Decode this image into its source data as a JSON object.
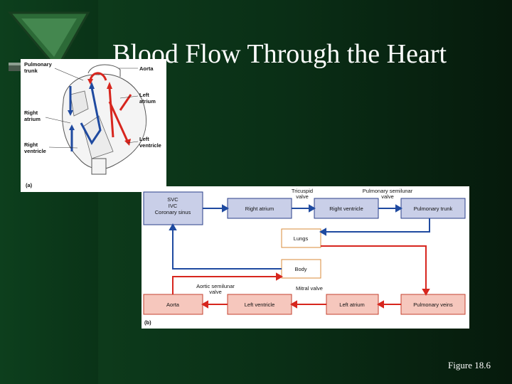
{
  "slide": {
    "title": "Blood Flow Through the Heart",
    "caption": "Figure 18.6"
  },
  "panel_a": {
    "label": "(a)",
    "pulmonary_trunk": [
      "Pulmonary",
      "trunk"
    ],
    "aorta": "Aorta",
    "left_atrium": [
      "Left",
      "atrium"
    ],
    "right_atrium": [
      "Right",
      "atrium"
    ],
    "right_ventricle": [
      "Right",
      "ventricle"
    ],
    "left_ventricle": [
      "Left",
      "ventricle"
    ]
  },
  "panel_b": {
    "label": "(b)",
    "svc_box": [
      "SVC",
      "IVC",
      "Coronary sinus"
    ],
    "right_atrium": "Right atrium",
    "right_ventricle": "Right ventricle",
    "pulmonary_trunk": "Pulmonary trunk",
    "lungs": "Lungs",
    "body": "Body",
    "aorta": "Aorta",
    "left_ventricle": "Left ventricle",
    "left_atrium": "Left atrium",
    "pulmonary_veins": "Pulmonary veins",
    "tricuspid_valve": [
      "Tricuspid",
      "valve"
    ],
    "pulmonary_semilunar_valve": [
      "Pulmonary semilunar",
      "valve"
    ],
    "aortic_semilunar_valve": [
      "Aortic semilunar",
      "valve"
    ],
    "mitral_valve": "Mitral valve"
  },
  "colors": {
    "oxygen_poor": "#1f4aa0",
    "oxygen_rich": "#d7261e",
    "blue_box": "#c9cfe8",
    "red_box": "#f6c7bd",
    "neutral_box_border": "#d98b3a"
  }
}
